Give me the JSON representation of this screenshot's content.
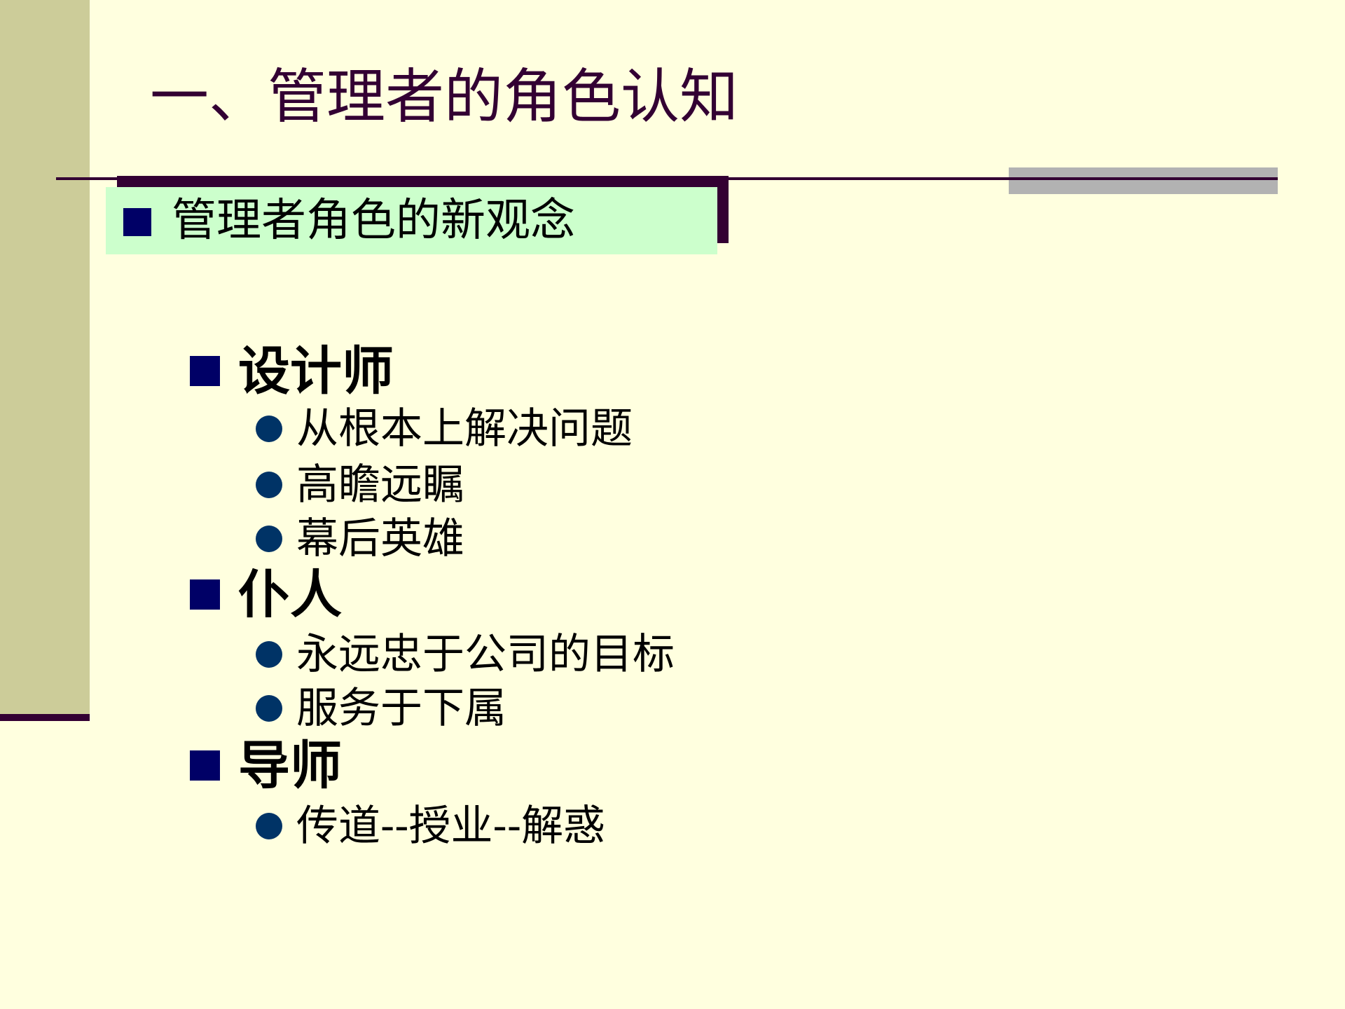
{
  "slide": {
    "title": "一、管理者的角色认知",
    "subheading": "管理者角色的新观念",
    "sections": [
      {
        "heading": "设计师",
        "items": [
          "从根本上解决问题",
          "高瞻远瞩",
          "幕后英雄"
        ]
      },
      {
        "heading": "仆人",
        "items": [
          "永远忠于公司的目标",
          "服务于下属"
        ]
      },
      {
        "heading": "导师",
        "items": [
          "传道--授业--解惑"
        ]
      }
    ]
  },
  "colors": {
    "background": "#FFFFDF",
    "sidebar": "#CCCC99",
    "accent_dark": "#330033",
    "subheading_box": "#CCFFCC",
    "square_bullet": "#000066",
    "round_bullet": "#003366",
    "gray_bar": "#B2B2B2"
  }
}
